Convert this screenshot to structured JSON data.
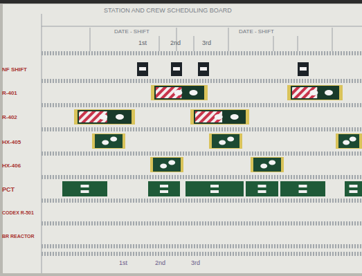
{
  "diagram": {
    "title": "STATION AND CREW SCHEDULING BOARD",
    "labels": [
      "DATE - SHIFT",
      "DATE - SHIFT",
      "1st",
      "2nd",
      "3rd",
      "NF SHIFT",
      "R-401",
      "R-402",
      "HX-405",
      "HX-406",
      "PCT",
      "CODEX R-501",
      "BR REACTOR",
      "1st",
      "2nd",
      "3rd"
    ]
  }
}
